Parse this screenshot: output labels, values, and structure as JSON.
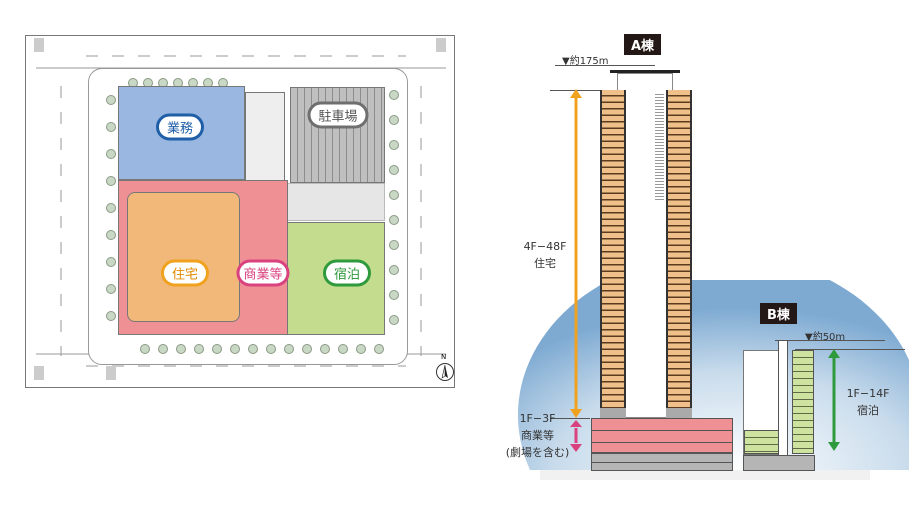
{
  "site_plan": {
    "zones": [
      {
        "id": "office",
        "label": "業務",
        "color": "#99b7e0",
        "border": "#1f5fa8"
      },
      {
        "id": "parking",
        "label": "駐車場",
        "color": "#bfbfbf",
        "border": "#6f6f6f"
      },
      {
        "id": "residential",
        "label": "住宅",
        "color": "#f1b87a",
        "border": "#f0a21f"
      },
      {
        "id": "commercial",
        "label": "商業等",
        "color": "#ef9194",
        "border": "#d9417f"
      },
      {
        "id": "hotel",
        "label": "宿泊",
        "color": "#c3dc8d",
        "border": "#2e9a3c"
      }
    ],
    "north_label": "N"
  },
  "elevation": {
    "building_a": {
      "tag": "A棟",
      "height": "▼約175m",
      "upper_range": "4F−48F",
      "upper_use": "住宅",
      "upper_arrow_color": "#f0a21f",
      "lower_range": "1F−3F",
      "lower_use": "商業等",
      "lower_note": "(劇場を含む)",
      "lower_arrow_color": "#d9417f"
    },
    "building_b": {
      "tag": "B棟",
      "height": "▼約50m",
      "range": "1F−14F",
      "use": "宿泊",
      "arrow_color": "#2e9a3c"
    }
  }
}
